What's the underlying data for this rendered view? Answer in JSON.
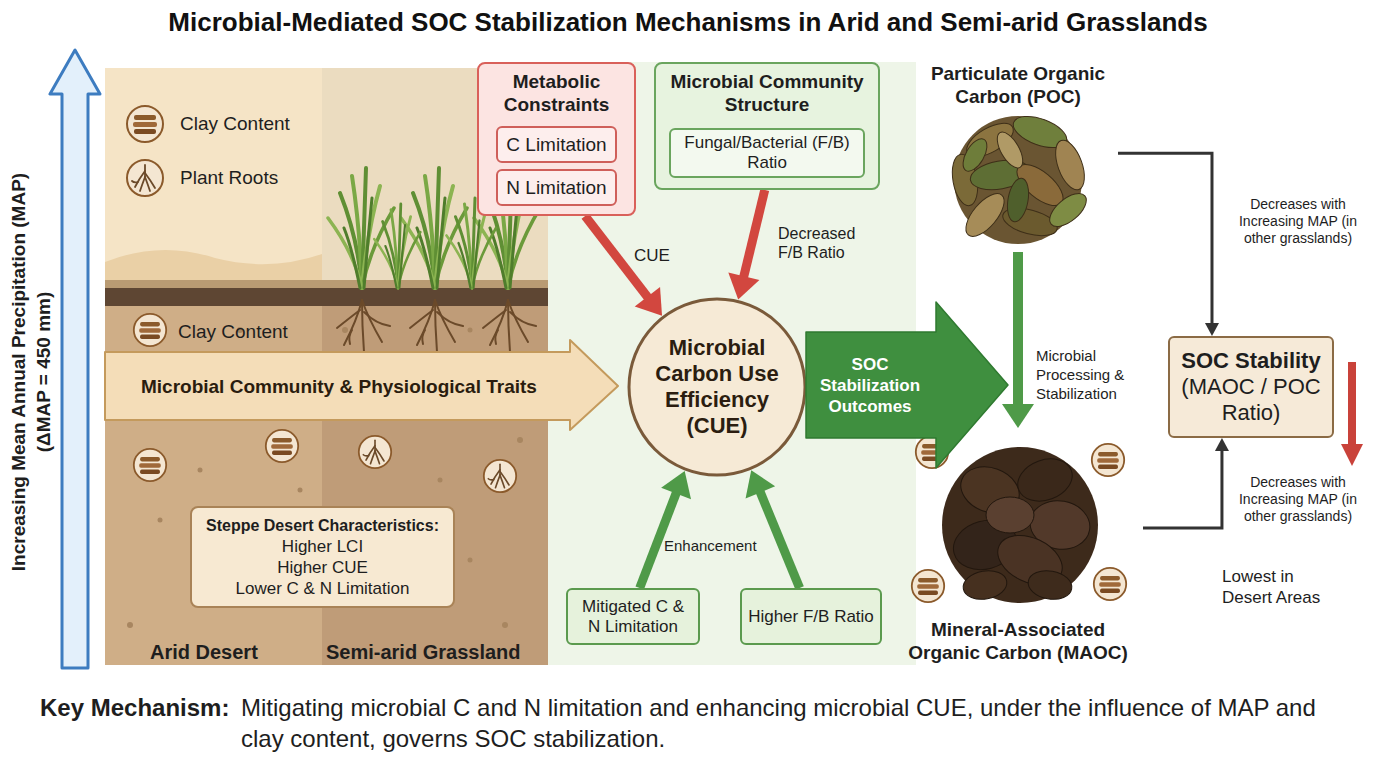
{
  "diagram": {
    "title": "Microbial-Mediated SOC Stabilization Mechanisms in Arid and Semi-arid Grasslands",
    "caption": "Mitigating microbial C and N limitation and enhancing microbial CUE, under the influence of MAP and clay content, governs SOC stabilization.",
    "nodes": [
      {
        "text": [
          "Metabolic Constraints"
        ]
      },
      {
        "text": [
          "C Limitation"
        ],
        "in": 0
      },
      {
        "text": [
          "N Limitation"
        ],
        "in": 0
      },
      {
        "text": [
          "Microbial Community Structure"
        ]
      },
      {
        "text": [
          "Fungal/Bacterial (F/B) Ratio"
        ],
        "in": 3
      },
      {
        "text": [
          "Particulate Organic Carbon (POC)"
        ]
      },
      {
        "text": [
          "Microbial Community & Physiological Traits"
        ]
      },
      {
        "text": [
          "Microbial Carbon Use Efficiency (CUE)"
        ]
      },
      {
        "text": [
          "SOC Stabilization Outcomes"
        ]
      },
      {
        "text": [
          "SOC Stability",
          "(MAOC / POC Ratio)"
        ]
      },
      {
        "text": [
          "Steppe Desert Characteristics:",
          "Higher LCI",
          "Higher CUE",
          "Lower C & N Limitation"
        ]
      },
      {
        "text": [
          "Mitigated C & N Limitation"
        ]
      },
      {
        "text": [
          "Higher F/B Ratio"
        ]
      },
      {
        "text": [
          "Mineral-Associated Organic Carbon (MAOC)"
        ]
      }
    ],
    "edges": [
      {
        "from": 0,
        "to": 7,
        "arrow": "to",
        "label": "CUE"
      },
      {
        "from": 3,
        "to": 7,
        "arrow": "to",
        "label": "Decreased F/B Ratio"
      },
      {
        "from": 11,
        "to": 7,
        "arrow": "to",
        "label": "Enhancement"
      },
      {
        "from": 12,
        "to": 7,
        "arrow": "to"
      },
      {
        "from": 5,
        "to": 13,
        "arrow": "to",
        "label": "Microbial Processing & Stabilization"
      },
      {
        "from": 5,
        "to": 9,
        "arrow": "to",
        "label": "Decreases with Increasing MAP (in other grasslands)"
      },
      {
        "from": 13,
        "to": 9,
        "arrow": "to",
        "label": "Decreases with Increasing MAP (in other grasslands)"
      }
    ],
    "labels": [
      "Increasing Mean Annual Precipitation (MAP)",
      "(ΔMAP = 450 mm)",
      "Clay Content",
      "Arid Desert",
      "Semi-arid Grassland",
      "Lowest in Desert Areas",
      "Key Mechanism:"
    ],
    "legend": [
      {
        "text": "Clay Content"
      },
      {
        "text": "Plant Roots"
      }
    ]
  }
}
